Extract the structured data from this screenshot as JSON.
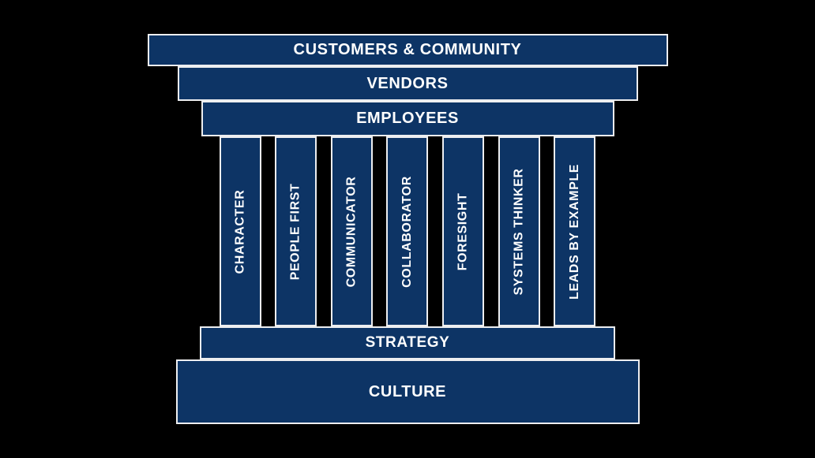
{
  "diagram": {
    "title": "culture-pillars-temple",
    "colors": {
      "background": "#000000",
      "block_fill": "#0d3465",
      "block_border": "#edeef0",
      "text": "#ffffff"
    },
    "top_layers": [
      {
        "id": "customers-community",
        "label": "CUSTOMERS & COMMUNITY"
      },
      {
        "id": "vendors",
        "label": "VENDORS"
      },
      {
        "id": "employees",
        "label": "EMPLOYEES"
      }
    ],
    "pillars": [
      {
        "id": "character",
        "label": "CHARACTER"
      },
      {
        "id": "people-first",
        "label": "PEOPLE FIRST"
      },
      {
        "id": "communicator",
        "label": "COMMUNICATOR"
      },
      {
        "id": "collaborator",
        "label": "COLLABORATOR"
      },
      {
        "id": "foresight",
        "label": "FORESIGHT"
      },
      {
        "id": "systems-thinker",
        "label": "SYSTEMS THINKER"
      },
      {
        "id": "leads-by-example",
        "label": "LEADS BY EXAMPLE"
      }
    ],
    "base_layers": [
      {
        "id": "strategy",
        "label": "STRATEGY"
      },
      {
        "id": "culture",
        "label": "CULTURE"
      }
    ]
  }
}
